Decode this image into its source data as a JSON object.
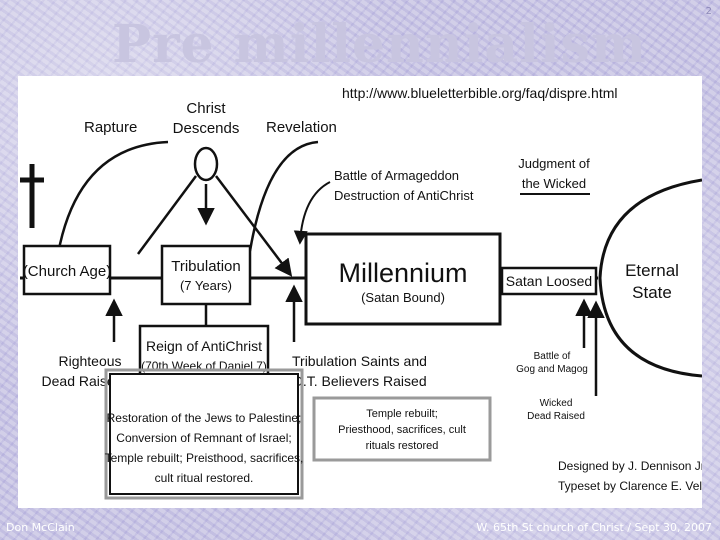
{
  "slide": {
    "title": "Pre millennialism",
    "page_number": "2",
    "footer_left": "Don McClain",
    "footer_right": "W. 65th St church of Christ / Sept 30, 2007"
  },
  "diagram": {
    "url": "http://www.blueletterbible.org/faq/dispre.html",
    "rapture": "Rapture",
    "christ_descends": [
      "Christ",
      "Descends"
    ],
    "revelation": "Revelation",
    "armageddon": [
      "Battle of Armageddon",
      "Destruction of AntiChrist"
    ],
    "judgment": [
      "Judgment of",
      "the Wicked"
    ],
    "church_age": "(Church Age)",
    "tribulation": "Tribulation",
    "tribulation_years": "(7 Years)",
    "millennium": "Millennium",
    "satan_bound": "(Satan Bound)",
    "satan_loosed": "Satan Loosed",
    "eternal_state": [
      "Eternal",
      "State"
    ],
    "reign_antichrist": "Reign of AntiChrist",
    "daniel": "(70th Week of Daniel 7)",
    "righteous_dead": [
      "Righteous",
      "Dead Raised"
    ],
    "trib_saints": [
      "Tribulation Saints and",
      "O.T. Believers Raised"
    ],
    "gog_magog": [
      "Battle of",
      "Gog and Magog"
    ],
    "wicked_dead": [
      "Wicked",
      "Dead Raised"
    ],
    "restoration": [
      "Restoration of the Jews to Palestine;",
      "Conversion of Remnant of Israel;",
      "Temple rebuilt; Preisthood, sacrifices,",
      "cult ritual restored."
    ],
    "temple_note": [
      "Temple rebuilt;",
      "Priesthood, sacrifices, cult",
      "rituals restored"
    ],
    "designed_by": "Designed by  J. Dennison Jr.",
    "typeset_by": "Typeset by  Clarence E. Veld"
  }
}
